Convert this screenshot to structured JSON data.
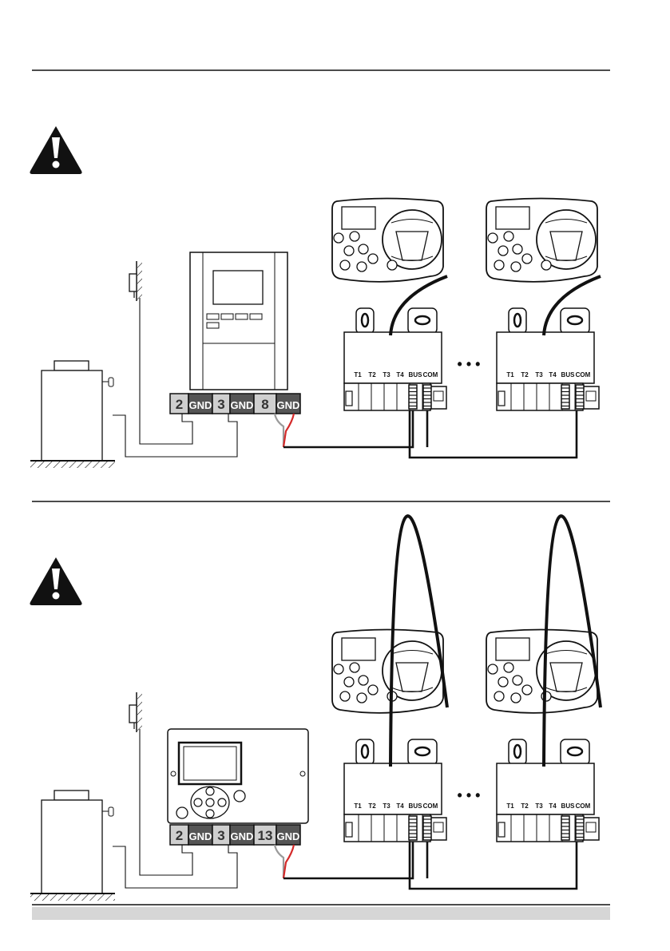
{
  "diagrams": [
    {
      "terminals": [
        "2",
        "GND",
        "3",
        "GND",
        "8",
        "GND"
      ],
      "module_labels": [
        "T1",
        "T2",
        "T3",
        "T4",
        "BUS",
        "COM"
      ],
      "continuation": "• • •"
    },
    {
      "terminals": [
        "2",
        "GND",
        "3",
        "GND",
        "13",
        "GND"
      ],
      "module_labels": [
        "T1",
        "T2",
        "T3",
        "T4",
        "BUS",
        "COM"
      ],
      "continuation": "• • •"
    }
  ],
  "colors": {
    "wire_red": "#d42a2a",
    "wire_grey": "#9a9a9a",
    "terminal_fill": "#cfcfcf",
    "footer_bar": "#d6d6d6"
  }
}
